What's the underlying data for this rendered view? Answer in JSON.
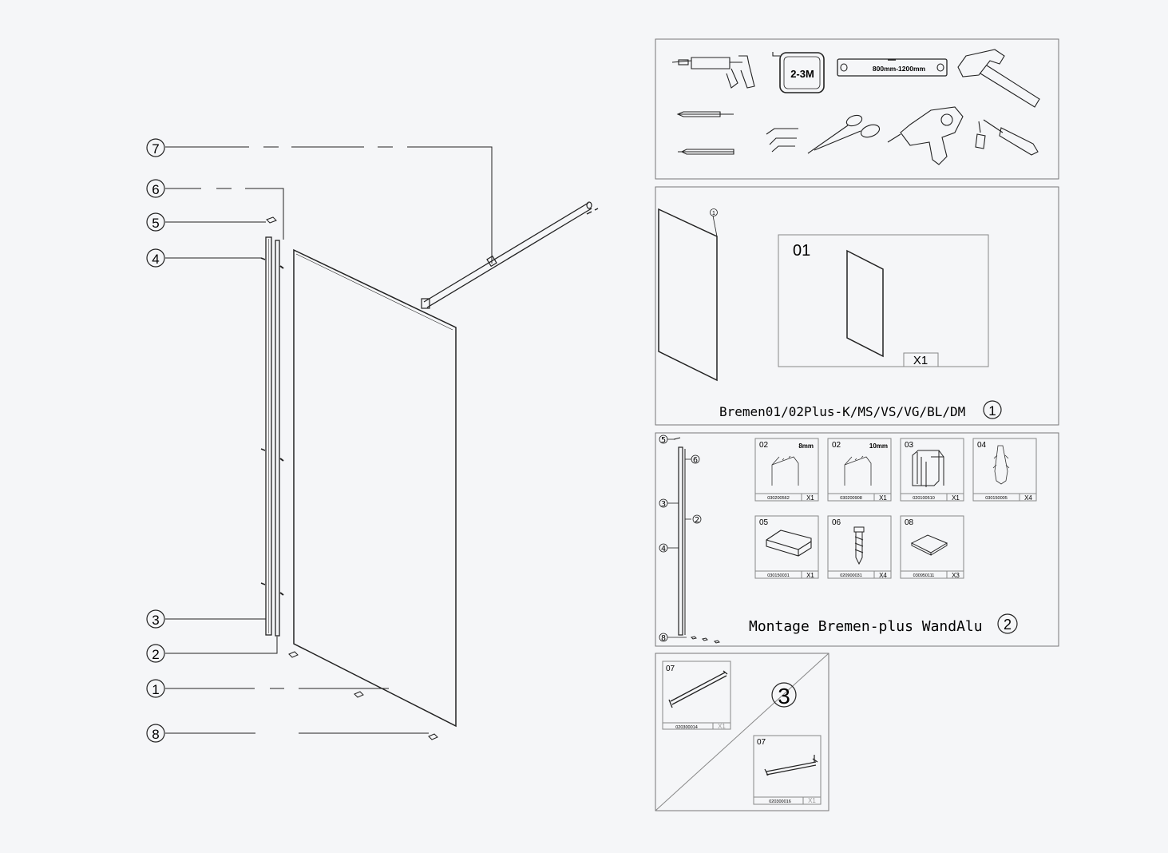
{
  "exploded_view": {
    "callouts": [
      {
        "id": "callout-7",
        "label": "7"
      },
      {
        "id": "callout-6",
        "label": "6"
      },
      {
        "id": "callout-5",
        "label": "5"
      },
      {
        "id": "callout-4",
        "label": "4"
      },
      {
        "id": "callout-3",
        "label": "3"
      },
      {
        "id": "callout-2",
        "label": "2"
      },
      {
        "id": "callout-1",
        "label": "1"
      },
      {
        "id": "callout-8",
        "label": "8"
      }
    ]
  },
  "tools_panel": {
    "tape_label": "2-3M",
    "level_label": "800mm-1200mm"
  },
  "panel1": {
    "glass_callout": "1",
    "box_code": "01",
    "box_qty": "X1",
    "caption": "Bremen01/02Plus-K/MS/VS/VG/BL/DM",
    "step": "1"
  },
  "panel2": {
    "callouts": [
      "5",
      "6",
      "3",
      "2",
      "4",
      "8"
    ],
    "parts": [
      {
        "code": "02",
        "note": "8mm",
        "part_no": "030200562",
        "qty": "X1"
      },
      {
        "code": "02",
        "note": "10mm",
        "part_no": "030200908",
        "qty": "X1"
      },
      {
        "code": "03",
        "note": "",
        "part_no": "020100510",
        "qty": "X1"
      },
      {
        "code": "04",
        "note": "",
        "part_no": "030150005",
        "qty": "X4"
      },
      {
        "code": "05",
        "note": "",
        "part_no": "030150031",
        "qty": "X1"
      },
      {
        "code": "06",
        "note": "",
        "part_no": "020900031",
        "qty": "X4"
      },
      {
        "code": "08",
        "note": "",
        "part_no": "030950111",
        "qty": "X3"
      }
    ],
    "caption": "Montage Bremen-plus WandAlu",
    "step": "2"
  },
  "panel3": {
    "step": "3",
    "parts": [
      {
        "code": "07",
        "part_no": "020300014",
        "qty": "X1"
      },
      {
        "code": "07",
        "part_no": "020300016",
        "qty": "X1"
      }
    ]
  }
}
